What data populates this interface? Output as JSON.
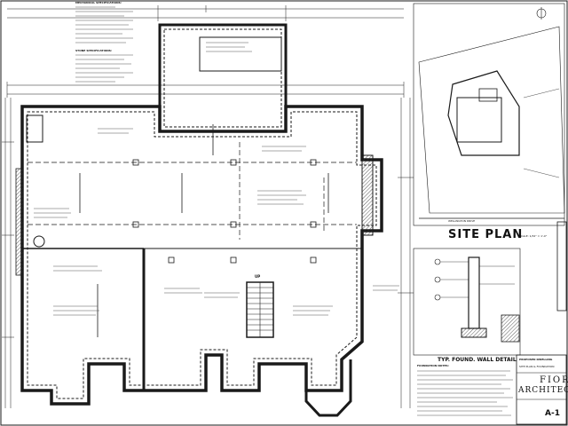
{
  "site_plan": {
    "title": "SITE  PLAN",
    "scale": "SCALE: 1/32\" = 1'-0\"",
    "street": "WELLINGTON DRIVE"
  },
  "wall_detail": {
    "title": "TYP. FOUND. WALL DETAIL"
  },
  "plan_labels": {
    "stair_up": "UP",
    "mechanical_header": "MECHANICAL SPECIFICATIONS:",
    "stone_header": "STONE SPECIFICATIONS:",
    "foundation_header": "FOUNDATION NOTES:"
  },
  "title_block": {
    "project": "PROPOSED DWELLING",
    "sheet_name": "SITE PLAN & FOUNDATION",
    "firm_line1": "FIORE",
    "firm_line2": "ARCHITECT",
    "sheet_number": "A-1"
  },
  "colors": {
    "line": "#1a1a1a",
    "hatch": "#333333",
    "paper": "#ffffff"
  }
}
